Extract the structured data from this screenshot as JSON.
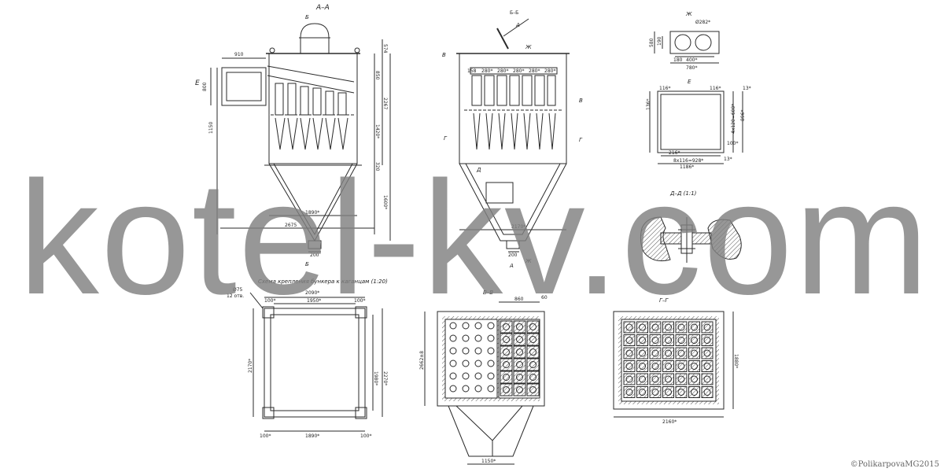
{
  "views": {
    "aa": {
      "label": "А–А",
      "marker_b_top": "Б",
      "marker_b_bottom": "Б",
      "marker_e": "Е"
    },
    "bb": {
      "label": "Б–Б",
      "marker_v_left": "В",
      "marker_v_right": "В",
      "marker_g_left": "Г",
      "marker_g_right": "Г",
      "marker_d": "Д",
      "marker_a_top": "А",
      "marker_a_bottom": "А",
      "marker_zh_top": "Ж",
      "marker_zh_bottom": "Ж"
    },
    "zh": {
      "label": "Ж"
    },
    "e": {
      "label": "Е"
    },
    "dd": {
      "label": "Д–Д (1:1)"
    },
    "scheme": {
      "label": "Схема крепления бункера к каганцам (1:20)"
    },
    "vv": {
      "label": "В–В"
    },
    "gg": {
      "label": "Г–Г"
    }
  },
  "dims": {
    "aa_910": "910",
    "aa_574": "574",
    "aa_850": "850",
    "aa_2267": "2267",
    "aa_1420": "1420*",
    "aa_1150": "1150",
    "aa_800": "800",
    "aa_320": "320",
    "aa_1600": "1600*",
    "aa_1890": "1890*",
    "aa_2675": "2675",
    "aa_200": "200",
    "bb_280_1": "158",
    "bb_280_2": "280*",
    "bb_280_3": "280*",
    "bb_280_4": "280*",
    "bb_280_5": "280*",
    "bb_280_6": "280*",
    "bb_2170": "2170*",
    "bb_200": "200",
    "zh_282": "Ø282*",
    "zh_180": "180",
    "zh_400": "400*",
    "zh_780": "780*",
    "zh_580": "580",
    "zh_190": "190",
    "e_116a": "116*",
    "e_116b": "116*",
    "e_13a": "13*",
    "e_896": "896*",
    "e_4x": "4x120=600*",
    "e_100": "100*",
    "e_216": "216*",
    "e_8x": "8x116=928*",
    "e_1186": "1186*",
    "e_13b": "13*",
    "e_136": "136*",
    "sc_2090": "2090*",
    "sc_1950": "1950*",
    "sc_100a": "100*",
    "sc_100b": "100*",
    "sc_1980": "1980*",
    "sc_2170": "2170*",
    "sc_2270": "2270*",
    "sc_1890": "1890*",
    "sc_100c": "100*",
    "sc_100d": "100*",
    "sc_075": "Ø75",
    "sc_12": "12 отв.",
    "vv_860": "860",
    "vv_60": "60",
    "vv_2662": "2662±8",
    "vv_1150": "1150*",
    "gg_1880": "1880*",
    "gg_2160": "2160*"
  },
  "watermark": "kotel-kv.com",
  "copyright": "©PolikarpovaMG2015",
  "colors": {
    "line": "#2a2a2a",
    "watermark": "#808080",
    "hatch": "#555555"
  }
}
